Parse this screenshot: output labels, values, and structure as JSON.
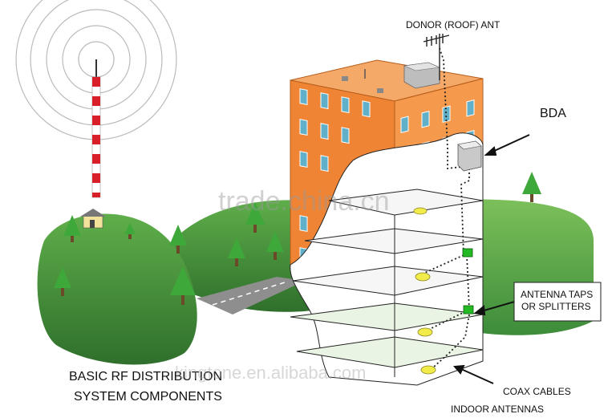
{
  "title": {
    "line1": "BASIC RF DISTRIBUTION",
    "line2": "SYSTEM COMPONENTS"
  },
  "labels": {
    "donor_antenna": "DONOR (ROOF) ANT",
    "bda": "BDA",
    "antenna_taps_line1": "ANTENNA TAPS",
    "antenna_taps_line2": "OR SPLITTERS",
    "coax_cables": "COAX CABLES",
    "indoor_antennas": "INDOOR ANTENNAS"
  },
  "watermarks": {
    "center": "trade.china.cn",
    "bottom": "kingtone.en.alibaba.com"
  },
  "colors": {
    "building": "#f0883a",
    "window": "#5fb0c8",
    "hill": "#3d8c3a",
    "tower_red": "#d8202a",
    "splitter": "#22b922",
    "indoor_antenna": "#f2ec4a"
  }
}
